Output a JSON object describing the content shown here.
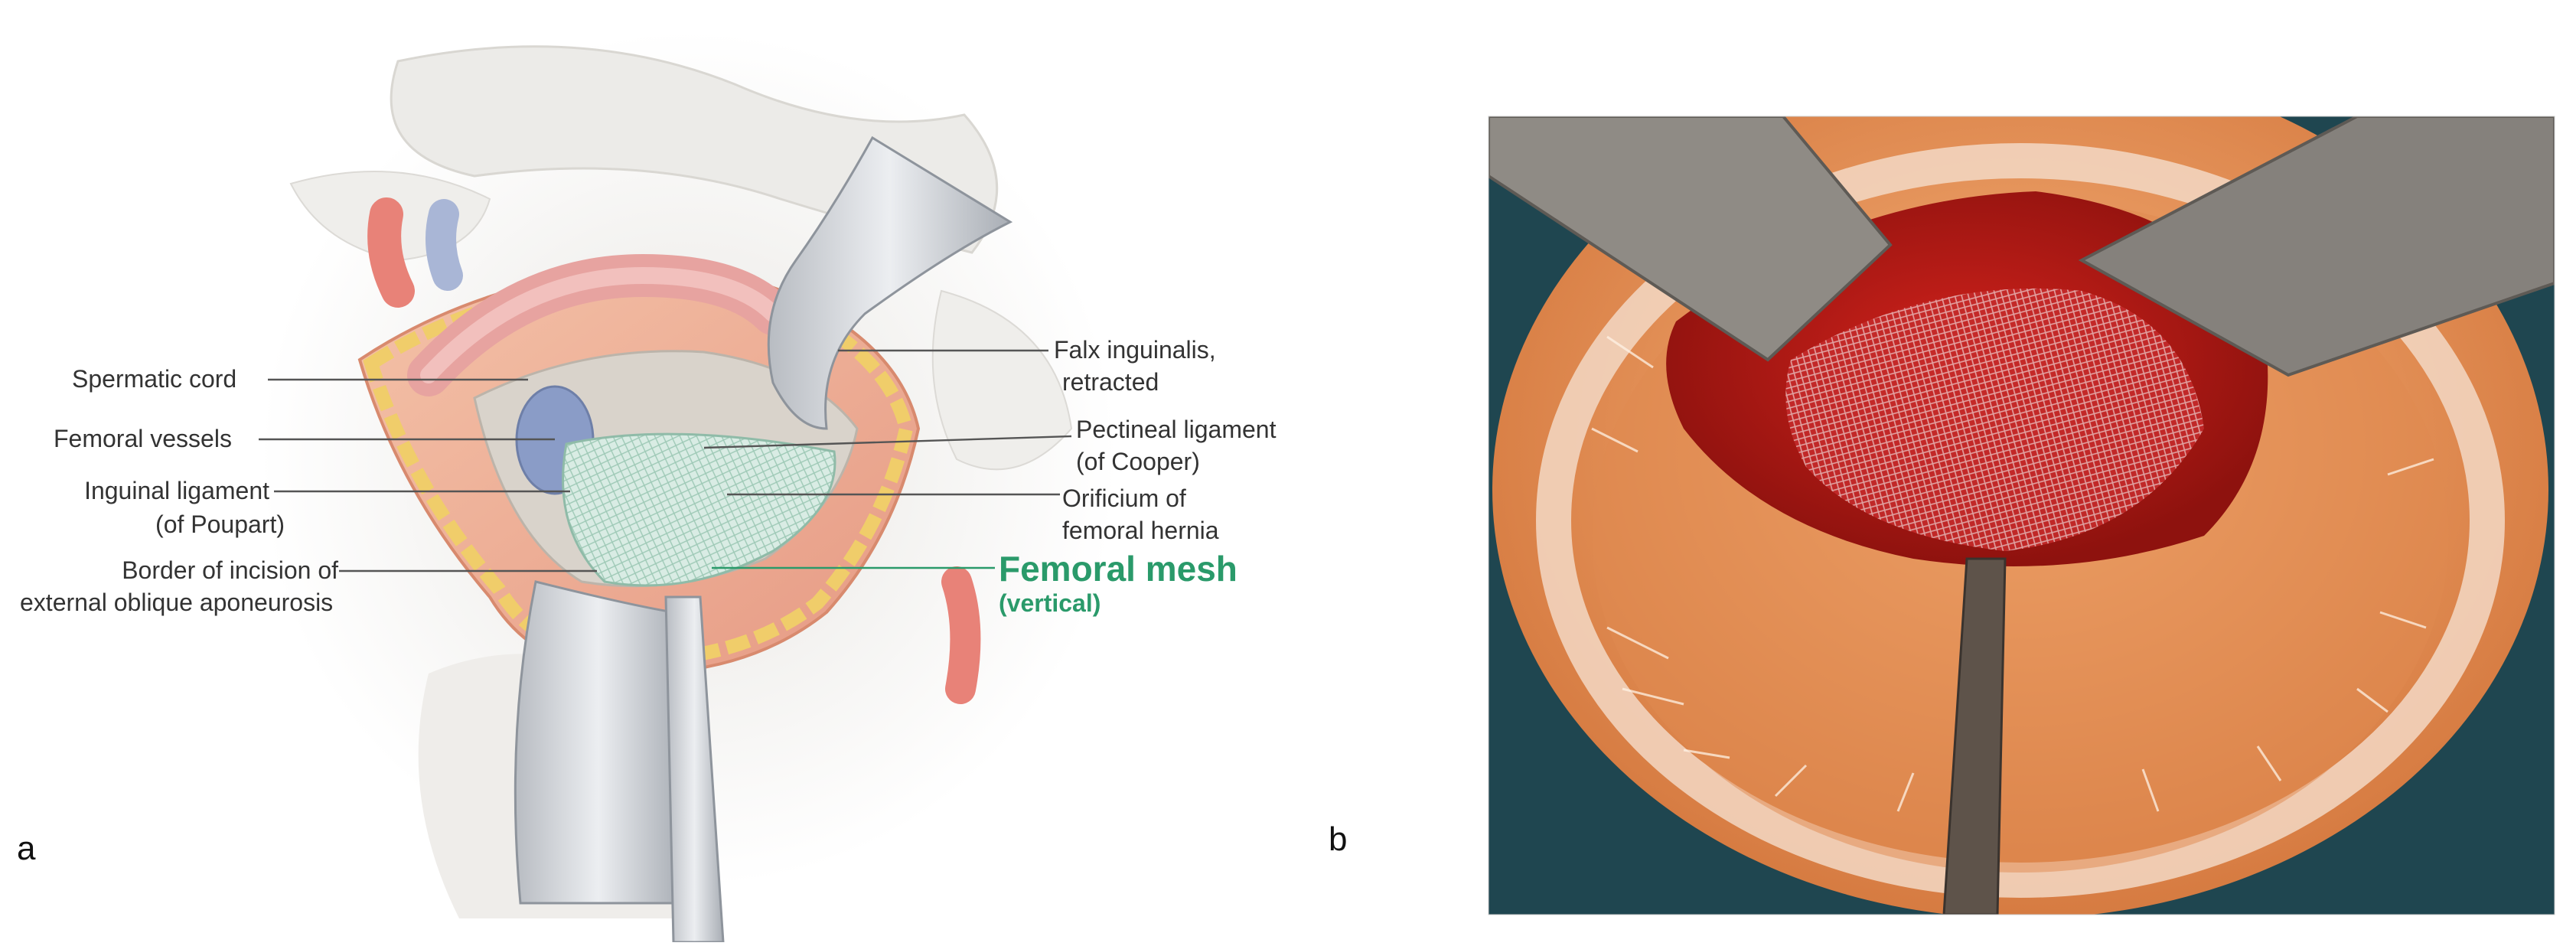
{
  "panel_a": {
    "letter": "a",
    "labels": {
      "spermatic_cord": "Spermatic cord",
      "femoral_vessels": "Femoral vessels",
      "inguinal_ligament_1": "Inguinal ligament",
      "inguinal_ligament_2": "(of Poupart)",
      "border_incision_1": "Border of incision of",
      "border_incision_2": "external oblique aponeurosis",
      "falx_1": "Falx inguinalis,",
      "falx_2": "retracted",
      "pectineal_1": "Pectineal ligament",
      "pectineal_2": "(of Cooper)",
      "orificium_1": "Orificium of",
      "orificium_2": "femoral hernia",
      "femoral_mesh_title": "Femoral mesh",
      "femoral_mesh_sub": "(vertical)"
    },
    "colors": {
      "mesh_label": "#2a9a6a",
      "leader_lines": "#555555"
    }
  },
  "panel_b": {
    "letter": "b"
  }
}
